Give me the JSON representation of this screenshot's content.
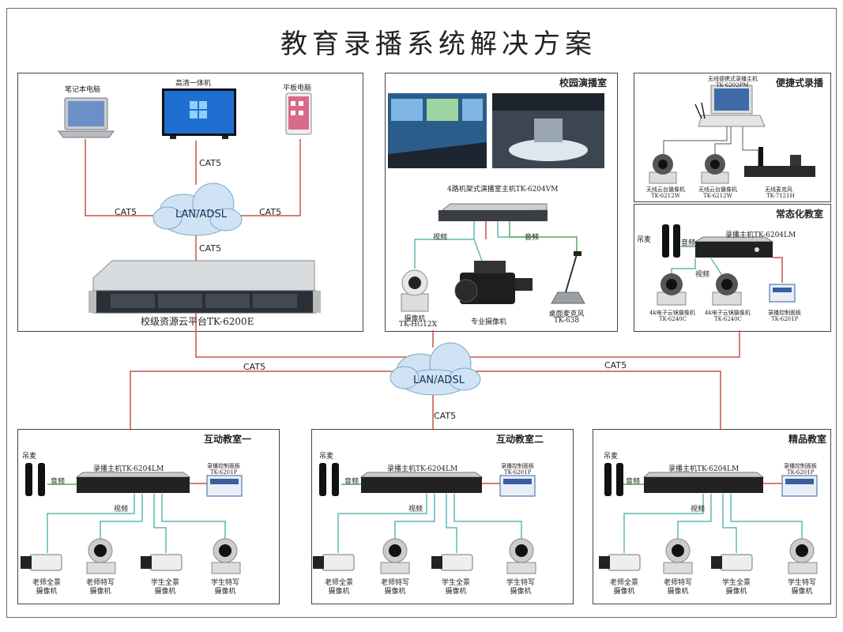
{
  "title": "教育录播系统解决方案",
  "colors": {
    "red": "#c5534a",
    "teal": "#5db9b4",
    "green": "#4fae5c",
    "cloud": "#cfe3f4"
  },
  "labels": {
    "laptop": "笔记本电脑",
    "aio": "高清一体机",
    "tablet": "平板电脑",
    "lan": "LAN/ADSL",
    "cat5": "CAT5",
    "cloud_server": "校级资源云平台TK-6200E",
    "studio_title": "校园演播室",
    "studio_host": "4路机架式演播室主机TK-6204VM",
    "video": "视频",
    "audio": "音频",
    "camera": "摄像机",
    "camera_model": "TK-HG12X",
    "pro_camera": "专业摄像机",
    "desk_mic": "桌面麦克风",
    "desk_mic_model": "TK-638",
    "portable_title": "便捷式录播",
    "portable_host": "无线便携式录播主机",
    "portable_host_model": "TK-6202PM",
    "ptz_wireless": "无线云台摄像机",
    "ptz_wireless_model": "TK-6212W",
    "wireless_mic": "无线麦克风",
    "wireless_mic_model": "TK-7121H",
    "normal_title": "常态化教室",
    "hanging_mic": "吊麦",
    "rec_host": "录播主机TK-6204LM",
    "ptz_4k": "4k电子云镜摄像机",
    "ptz_4k_model": "TK-6240C",
    "panel_ctrl": "录播控制面板",
    "panel_ctrl_model": "TK-6201P",
    "interactive1": "互动教室一",
    "interactive2": "互动教室二",
    "quality": "精品教室",
    "teacher_full": "老师全景",
    "teacher_close": "老师特写",
    "student_full": "学生全景",
    "student_close": "学生特写",
    "cam_word": "摄像机"
  }
}
